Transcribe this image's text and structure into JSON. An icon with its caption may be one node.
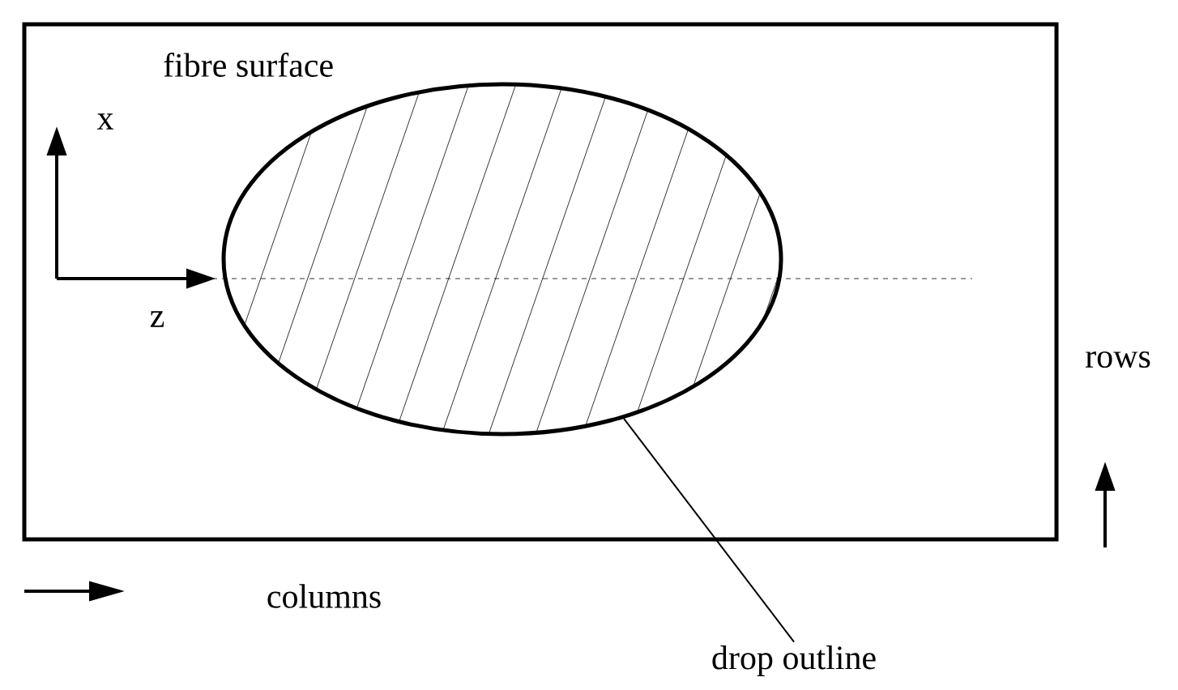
{
  "diagram": {
    "nodes": [
      {
        "text": [
          "fibre surface"
        ]
      },
      {
        "text": [],
        "shape": "ellipse",
        "in": 0
      },
      {
        "text": [
          "drop outline"
        ]
      }
    ],
    "edges": [
      {
        "from": 2,
        "to": 1,
        "arrow": "none"
      }
    ],
    "labels": [
      "x",
      "z",
      "rows",
      "columns"
    ]
  }
}
